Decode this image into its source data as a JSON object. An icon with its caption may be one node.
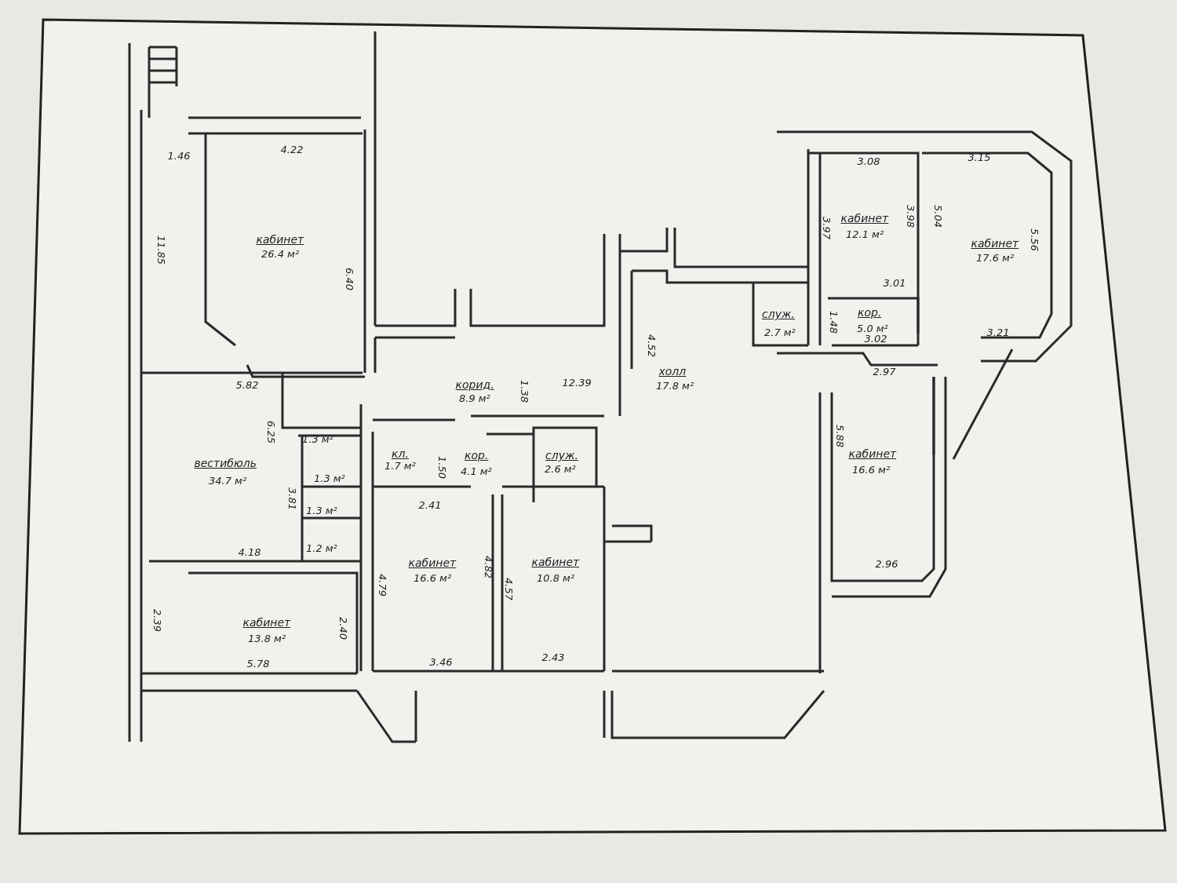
{
  "diagram": {
    "labels": [
      "1.46",
      "4.22",
      "11.85",
      "кабинет",
      "26.4 м²",
      "6.40",
      "3.08",
      "3.15",
      "3.97",
      "кабинет",
      "12.1 м²",
      "3.98",
      "5.04",
      "5.56",
      "кабинет",
      "17.6 м²",
      "3.01",
      "4.52",
      "служ.",
      "2.7 м²",
      "1.48",
      "кор.",
      "5.0 м²",
      "3.02",
      "3.21",
      "5.82",
      "корид.",
      "8.9 м²",
      "1.38",
      "12.39",
      "холл",
      "17.8 м²",
      "2.97",
      "6.25",
      "вестибюль",
      "34.7 м²",
      "1.3 м²",
      "1.3 м²",
      "1.3 м²",
      "1.2 м²",
      "3.81",
      "кл.",
      "1.7 м²",
      "1.50",
      "кор.",
      "4.1 м²",
      "служ.",
      "2.6 м²",
      "2.41",
      "5.88",
      "кабинет",
      "16.6 м²",
      "4.18",
      "кабинет",
      "16.6 м²",
      "4.82",
      "4.79",
      "4.57",
      "кабинет",
      "10.8 м²",
      "2.96",
      "2.39",
      "кабинет",
      "13.8 м²",
      "2.40",
      "5.78",
      "3.46",
      "2.43"
    ]
  }
}
